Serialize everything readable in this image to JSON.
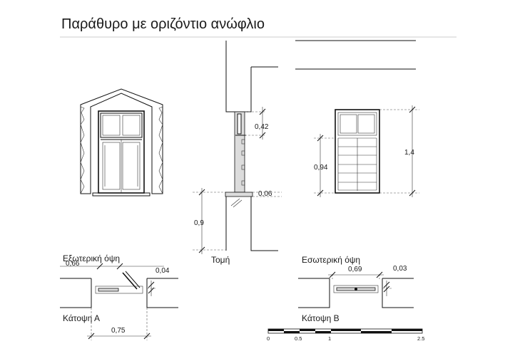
{
  "title": "Παράθυρο με οριζόντιο ανώφλιο",
  "captions": {
    "section": "Τομή",
    "exterior_view": "Εξωτερική όψη",
    "interior_view": "Εσωτερική όψη",
    "plan_a": "Κάτοψη Α",
    "plan_b": "Κάτοψη Β"
  },
  "dimensions": {
    "transom_height": "0,42",
    "sill_thickness": "0,06",
    "sill_height": "0,9",
    "lower_sash_height": "0,94",
    "total_height": "1,4",
    "plan_a_wall_offset": "0,04",
    "plan_a_opening": "0,75",
    "plan_b_opening": "0,69",
    "plan_b_wall_offset": "0,03",
    "overlap_label": "0,66"
  },
  "scale_bar": {
    "ticks": [
      "0",
      "0.5",
      "1",
      "2.5"
    ]
  }
}
